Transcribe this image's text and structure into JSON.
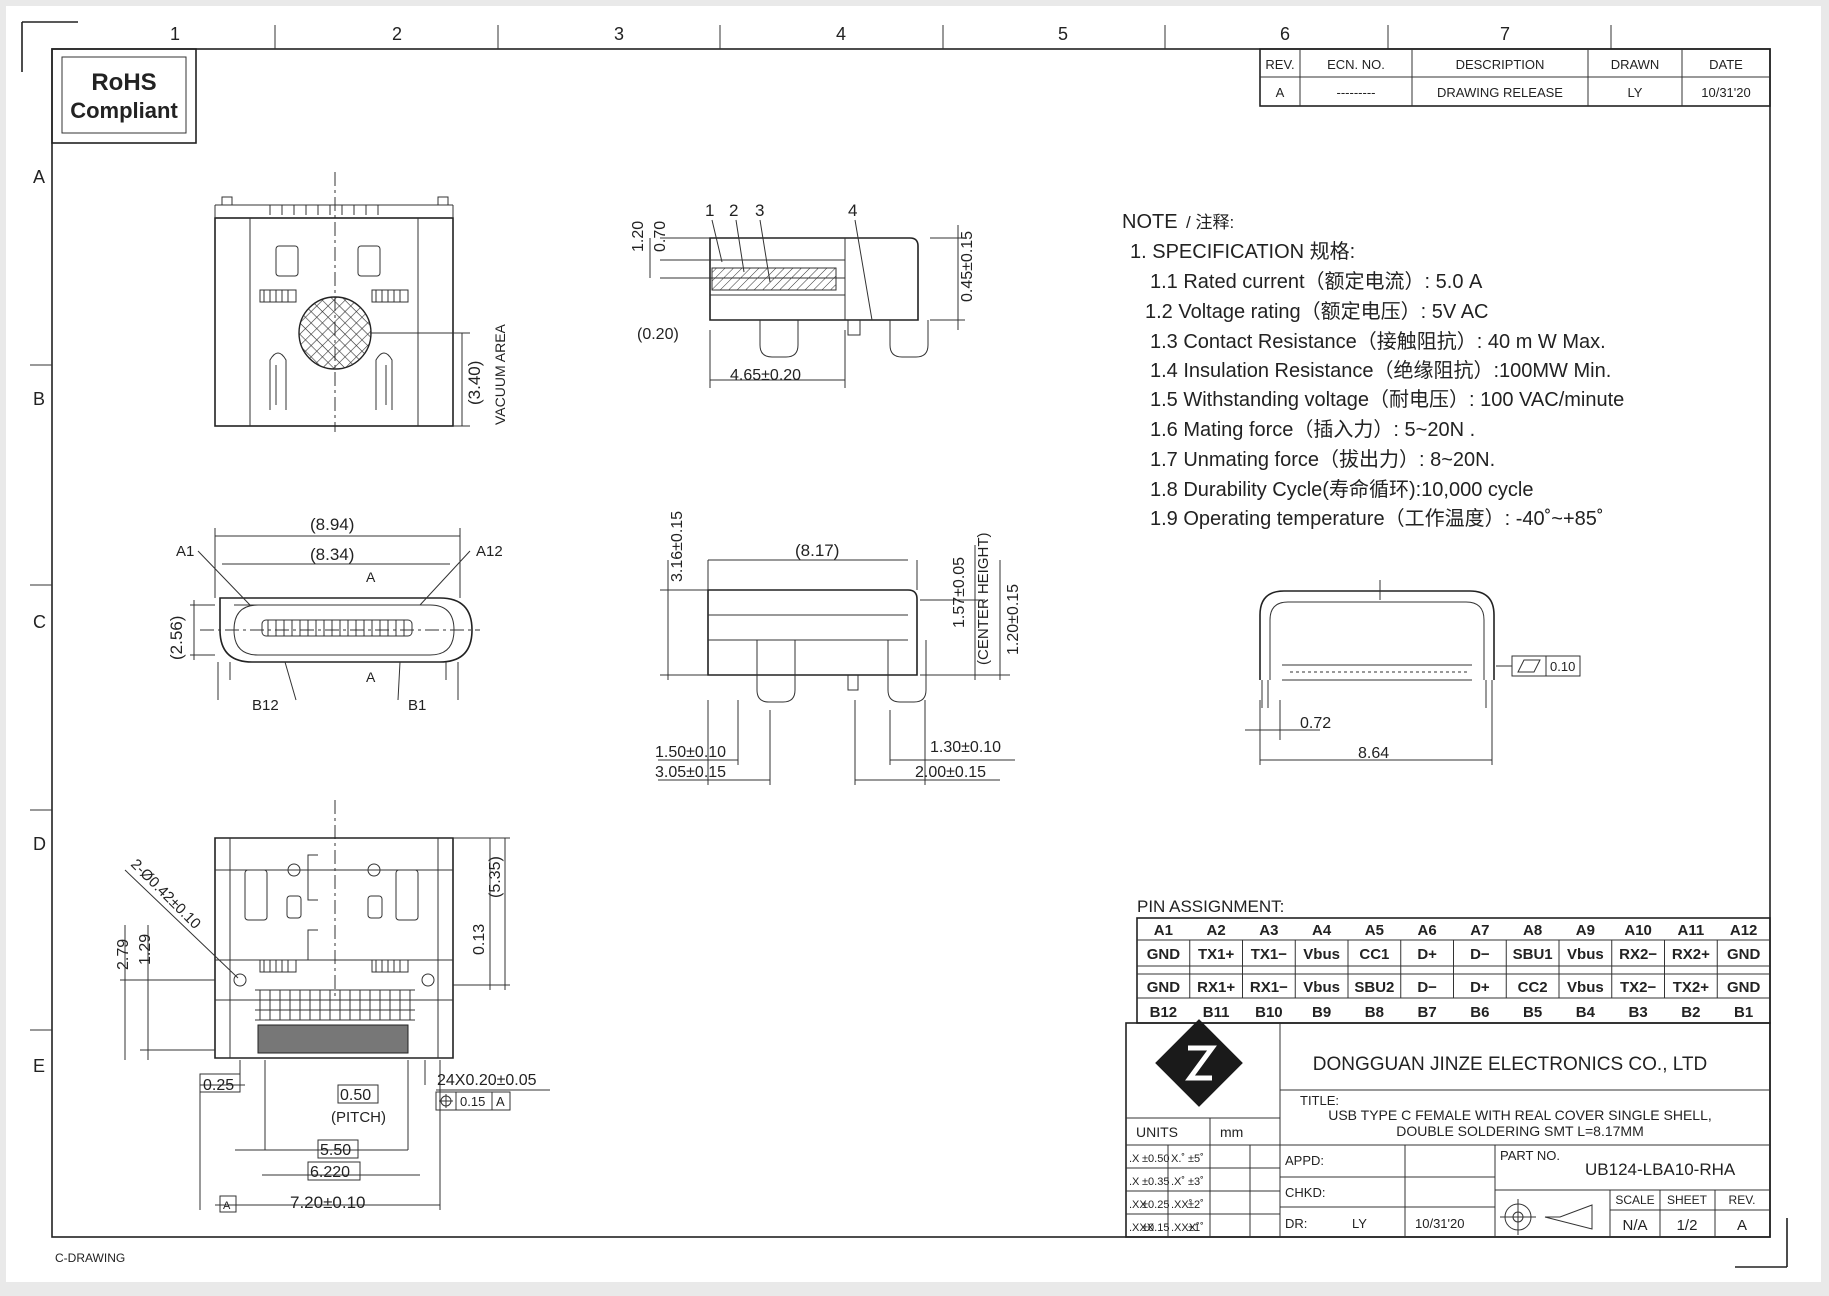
{
  "grid": {
    "columns": [
      "1",
      "2",
      "3",
      "4",
      "5",
      "6",
      "7"
    ],
    "rows": [
      "A",
      "B",
      "C",
      "D",
      "E"
    ]
  },
  "rohs": {
    "line1": "RoHS",
    "line2": "Compliant"
  },
  "revision_table": {
    "headers": [
      "REV.",
      "ECN. NO.",
      "DESCRIPTION",
      "DRAWN",
      "DATE"
    ],
    "row": [
      "A",
      "---------",
      "DRAWING RELEASE",
      "LY",
      "10/31'20"
    ]
  },
  "notes": {
    "title": "NOTE",
    "title_cn": "/ 注释:",
    "spec_heading": "1. SPECIFICATION 规格:",
    "items": [
      "1.1  Rated current（额定电流）: 5.0 A",
      "1.2 Voltage rating（额定电压）: 5V AC",
      "1.3  Contact Resistance（接触阻抗）: 40 m W Max.",
      "1.4  Insulation Resistance（绝缘阻抗）:100MW Min.",
      "1.5  Withstanding voltage（耐电压）: 100 VAC/minute",
      "1.6  Mating force（插入力）: 5~20N .",
      "1.7  Unmating force（拔出力）: 8~20N.",
      "1.8  Durability Cycle(寿命循环):10,000  cycle",
      "1.9 Operating temperature（工作温度）: -40˚~+85˚"
    ]
  },
  "dimensions": {
    "top_view_vacuum": "(3.40)",
    "vacuum_area": "VACUUM AREA",
    "side_120": "1.20",
    "side_070": "0.70",
    "side_020": "(0.20)",
    "side_465": "4.65±0.20",
    "side_045": "0.45±0.15",
    "callouts": [
      "1",
      "2",
      "3",
      "4"
    ],
    "front_894": "(8.94)",
    "front_834": "(8.34)",
    "front_256": "(2.56)",
    "pin_a1": "A1",
    "pin_a12": "A12",
    "pin_b12": "B12",
    "pin_b1": "B1",
    "section_a": "A",
    "side2_316": "3.16±0.15",
    "side2_817": "(8.17)",
    "side2_157": "1.57±0.05",
    "side2_center": "(CENTER HEIGHT)",
    "side2_120": "1.20±0.15",
    "side2_150": "1.50±0.10",
    "side2_305": "3.05±0.15",
    "side2_130": "1.30±0.10",
    "side2_200": "2.00±0.15",
    "end_072": "0.72",
    "end_864": "8.64",
    "end_flat": "0.10",
    "bottom_hole": "2-Ø0.42±0.10",
    "bottom_279": "2.79",
    "bottom_129": "1.29",
    "bottom_013": "0.13",
    "bottom_535": "(5.35)",
    "bottom_025": "0.25",
    "bottom_pins": "24X0.20±0.05",
    "bottom_pitch_val": "0.50",
    "bottom_pitch": "(PITCH)",
    "bottom_pos_tol": "0.15",
    "bottom_pos_ref": "A",
    "bottom_550": "5.50",
    "bottom_6220": "6.220",
    "bottom_720": "7.20±0.10",
    "bottom_datum": "A"
  },
  "pin_assignment": {
    "title": "PIN ASSIGNMENT:",
    "top_labels": [
      "A1",
      "A2",
      "A3",
      "A4",
      "A5",
      "A6",
      "A7",
      "A8",
      "A9",
      "A10",
      "A11",
      "A12"
    ],
    "top_signals": [
      "GND",
      "TX1+",
      "TX1−",
      "Vbus",
      "CC1",
      "D+",
      "D−",
      "SBU1",
      "Vbus",
      "RX2−",
      "RX2+",
      "GND"
    ],
    "bottom_signals": [
      "GND",
      "RX1+",
      "RX1−",
      "Vbus",
      "SBU2",
      "D−",
      "D+",
      "CC2",
      "Vbus",
      "TX2−",
      "TX2+",
      "GND"
    ],
    "bottom_labels": [
      "B12",
      "B11",
      "B10",
      "B9",
      "B8",
      "B7",
      "B6",
      "B5",
      "B4",
      "B3",
      "B2",
      "B1"
    ]
  },
  "title_block": {
    "company": "DONGGUAN JINZE ELECTRONICS CO., LTD",
    "title_label": "TITLE:",
    "title_line1": "USB TYPE C FEMALE WITH REAL COVER SINGLE SHELL,",
    "title_line2": "DOUBLE SOLDERING SMT L=8.17MM",
    "units_label": "UNITS",
    "units_value": "mm",
    "tolerances": [
      [
        ".X",
        "±0.50",
        "X.˚",
        "±5˚"
      ],
      [
        ".X",
        "±0.35",
        ".X˚",
        "±3˚"
      ],
      [
        ".XX",
        "±0.25",
        ".XX˚",
        "±2˚"
      ],
      [
        ".XXX",
        "±0.15",
        ".XXX˚",
        "±1˚"
      ]
    ],
    "appd": "APPD:",
    "chkd": "CHKD:",
    "dr": "DR:",
    "dr_name": "LY",
    "dr_date": "10/31'20",
    "part_no_label": "PART NO.",
    "part_no": "UB124-LBA10-RHA",
    "scale_label": "SCALE",
    "scale_value": "N/A",
    "sheet_label": "SHEET",
    "sheet_value": "1/2",
    "rev_label": "REV.",
    "rev_value": "A"
  },
  "footer": "C-DRAWING"
}
